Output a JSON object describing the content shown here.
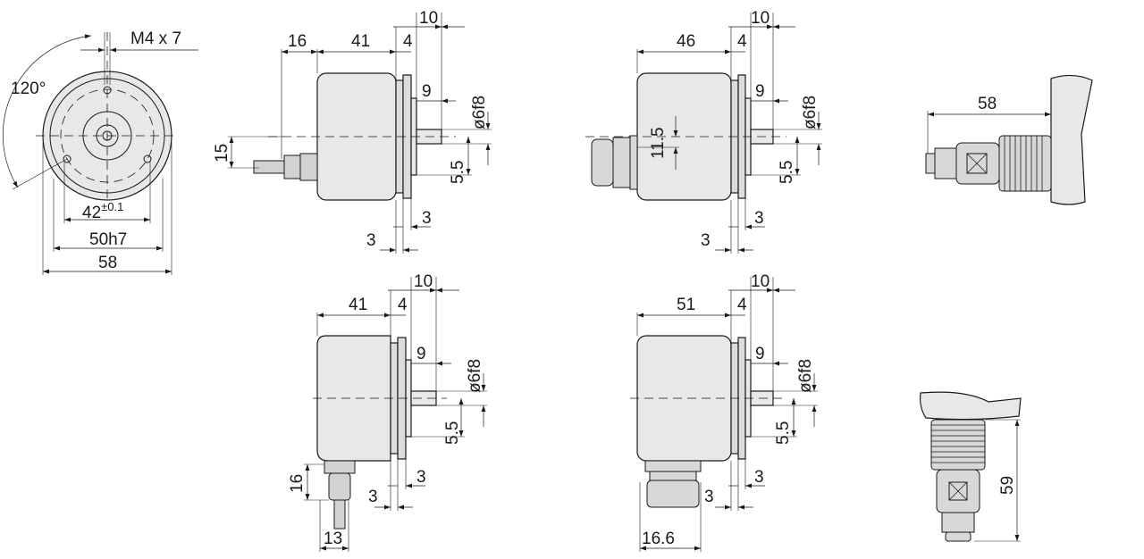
{
  "front_view": {
    "thread_label": "M4 x 7",
    "angle_label": "120°",
    "bolt_circle_label": "42",
    "bolt_circle_tolerance": "±0.1",
    "spigot_label": "50h7",
    "diameter_label": "58"
  },
  "side_view_cable_axial": {
    "overall_length": "41",
    "cable_gland_length": "16",
    "flange_thickness": "4",
    "shaft_length": "10",
    "shaft_step": "9",
    "shaft_diameter": "ø6f8",
    "cable_height": "15",
    "shaft_offset": "5.5",
    "dim_3_right": "3",
    "dim_3_left": "3"
  },
  "side_view_connector_axial": {
    "overall_length": "46",
    "flange_thickness": "4",
    "shaft_length": "10",
    "shaft_step": "9",
    "shaft_diameter": "ø6f8",
    "connector_height": "11.5",
    "shaft_offset": "5.5",
    "dim_3_right": "3",
    "dim_3_left": "3"
  },
  "connector_axial_detail": {
    "length_label": "58"
  },
  "side_view_cable_radial": {
    "overall_length": "41",
    "flange_thickness": "4",
    "shaft_length": "10",
    "shaft_step": "9",
    "shaft_diameter": "ø6f8",
    "shaft_offset": "5.5",
    "gland_height": "16",
    "gland_width": "13",
    "dim_3_right": "3",
    "dim_3_left": "3"
  },
  "side_view_connector_radial": {
    "overall_length": "51",
    "flange_thickness": "4",
    "shaft_length": "10",
    "shaft_step": "9",
    "shaft_diameter": "ø6f8",
    "shaft_offset": "5.5",
    "connector_width": "16.6",
    "dim_3_right": "3",
    "dim_3_left": "3"
  },
  "connector_radial_detail": {
    "length_label": "59"
  }
}
